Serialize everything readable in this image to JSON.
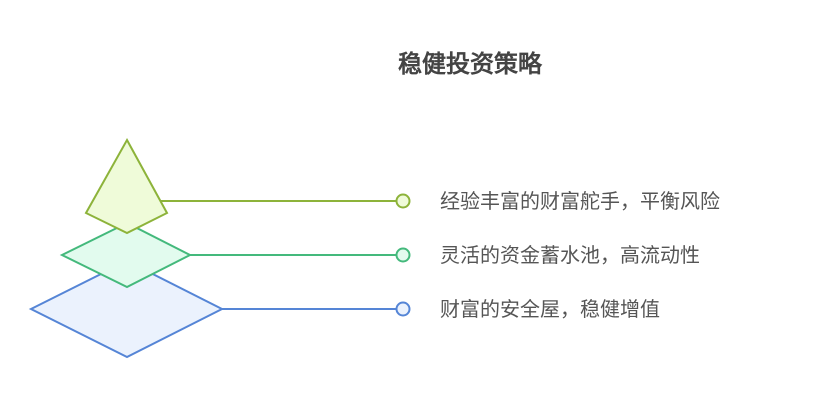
{
  "title": "稳健投资策略",
  "levels": [
    {
      "label": "经验丰富的财富舵手，平衡风险",
      "stroke": "#8db33a",
      "fill": "#effbd9"
    },
    {
      "label": "灵活的资金蓄水池，高流动性",
      "stroke": "#44b97c",
      "fill": "#e2fbee"
    },
    {
      "label": "财富的安全屋，稳健增值",
      "stroke": "#5585d6",
      "fill": "#ebf2fd"
    }
  ]
}
